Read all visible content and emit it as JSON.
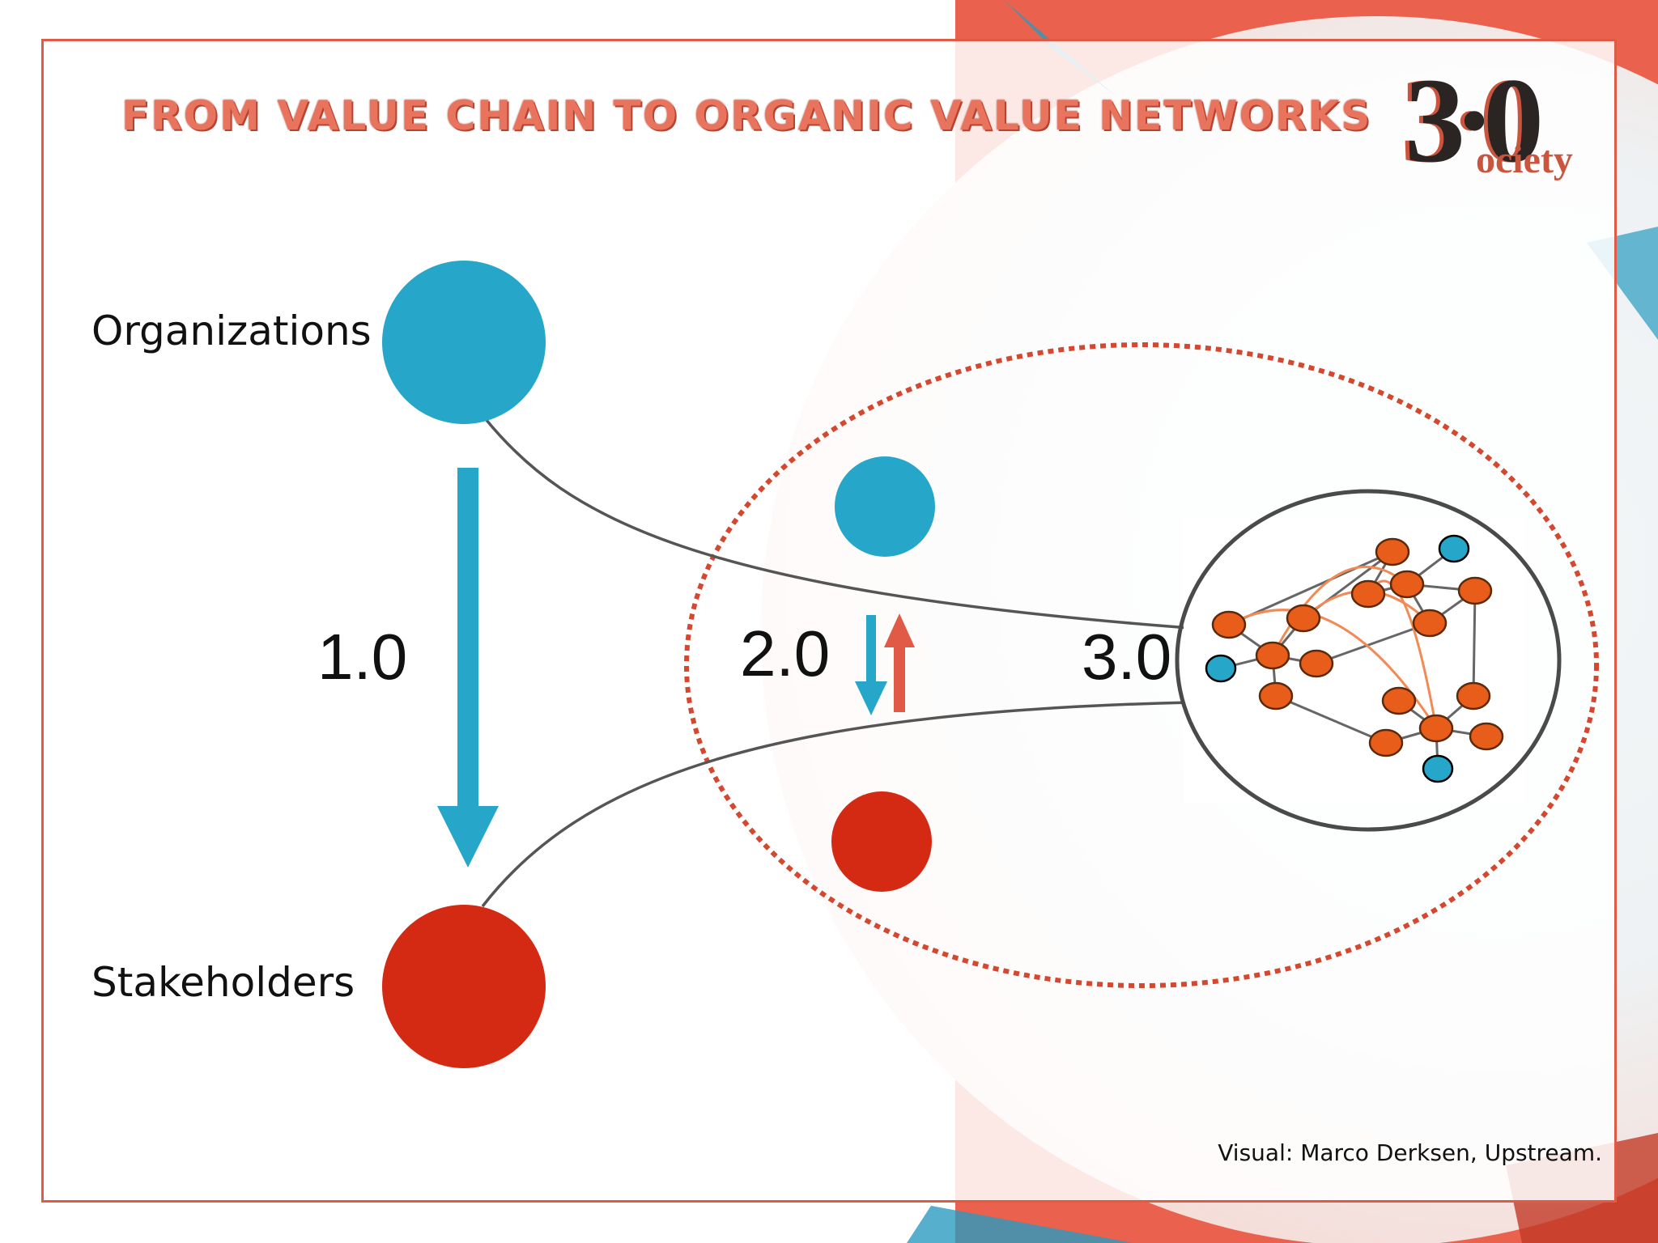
{
  "slide": {
    "title": "FROM VALUE CHAIN TO ORGANIC VALUE NETWORKS",
    "logo": {
      "main": "3·0",
      "sub": "ociety"
    },
    "credit": "Visual: Marco Derksen, Upstream."
  },
  "labels": {
    "organizations": "Organizations",
    "stakeholders": "Stakeholders"
  },
  "versions": {
    "v1": "1.0",
    "v2": "2.0",
    "v3": "3.0"
  },
  "colors": {
    "organization": "#26a6c9",
    "stakeholder": "#d42a14",
    "network_node": "#e95d1a",
    "accent": "#e05a45",
    "connector": "#555555"
  }
}
